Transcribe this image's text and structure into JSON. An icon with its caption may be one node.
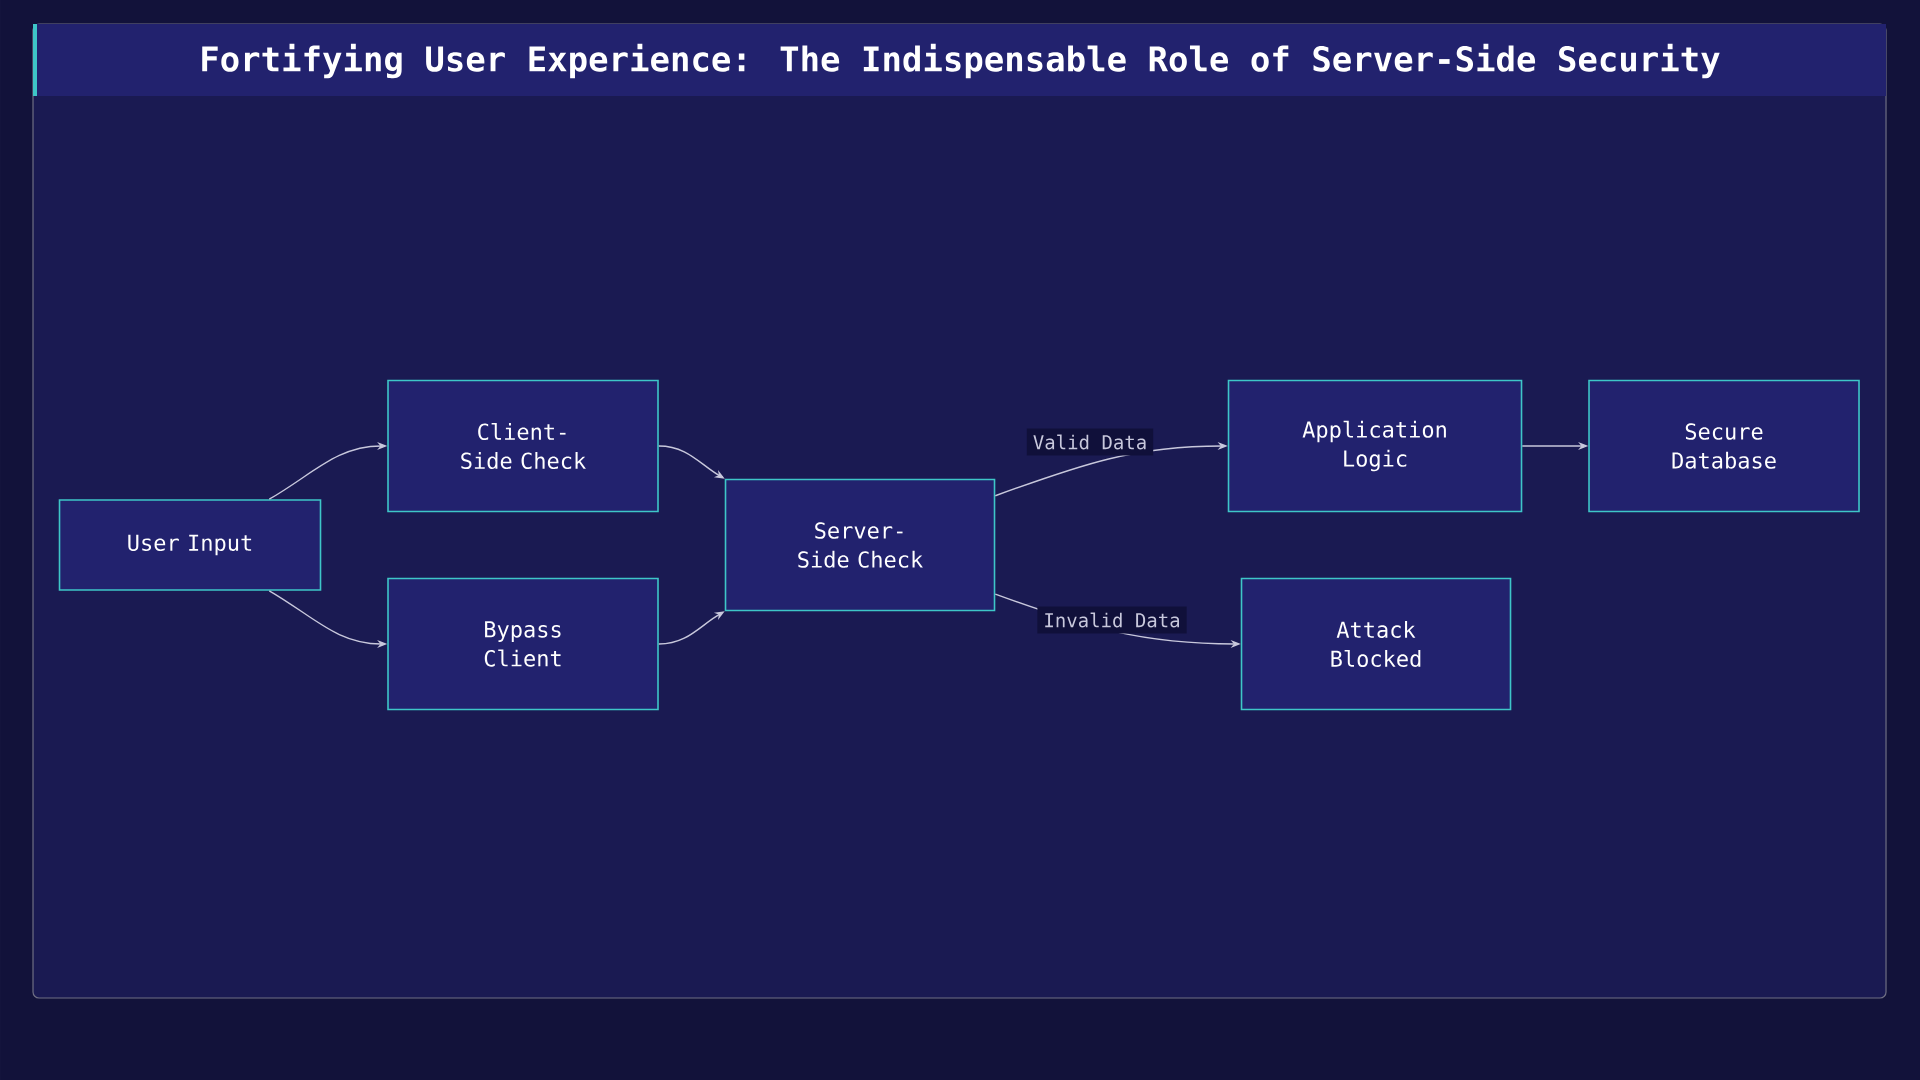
{
  "diagram": {
    "title": "Fortifying User Experience: The Indispensable Role of Server-Side Security",
    "nodes": [
      {
        "text": [
          "User Input"
        ]
      },
      {
        "text": [
          "Client- Side Check"
        ]
      },
      {
        "text": [
          "Bypass Client"
        ]
      },
      {
        "text": [
          "Server- Side Check"
        ]
      },
      {
        "text": [
          "Application Logic"
        ]
      },
      {
        "text": [
          "Secure Database"
        ]
      },
      {
        "text": [
          "Attack Blocked"
        ]
      }
    ],
    "edges": [
      {
        "from": 0,
        "to": 1,
        "arrow": "to"
      },
      {
        "from": 0,
        "to": 2,
        "arrow": "to"
      },
      {
        "from": 1,
        "to": 3,
        "arrow": "to"
      },
      {
        "from": 2,
        "to": 3,
        "arrow": "to"
      },
      {
        "from": 3,
        "to": 4,
        "arrow": "to",
        "label": "Valid Data"
      },
      {
        "from": 3,
        "to": 6,
        "arrow": "to",
        "label": "Invalid Data"
      },
      {
        "from": 4,
        "to": 5,
        "arrow": "to"
      }
    ]
  }
}
